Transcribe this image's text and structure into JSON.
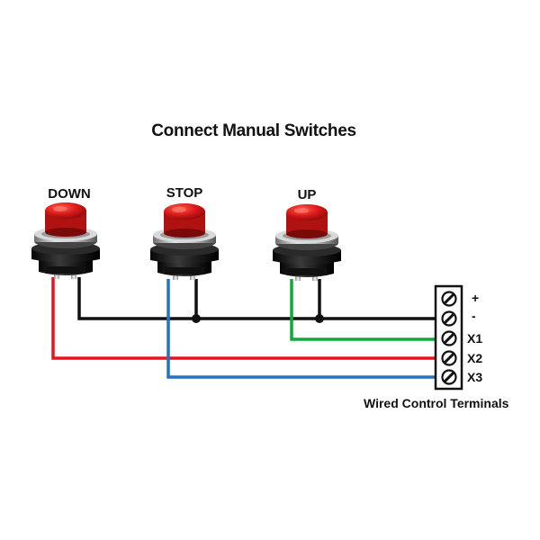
{
  "title": "Connect Manual Switches",
  "switches": [
    {
      "label": "DOWN",
      "wire_color": "#e8151b"
    },
    {
      "label": "STOP",
      "wire_color": "#1f73c9"
    },
    {
      "label": "UP",
      "wire_color": "#10a83c"
    }
  ],
  "terminal_block": {
    "caption": "Wired Control Terminals",
    "terminals": [
      "+",
      "-",
      "X1",
      "X2",
      "X3"
    ]
  },
  "colors": {
    "common_wire": "#111111",
    "button_red": "#d21a1a",
    "x1_wire": "#10a83c",
    "x2_wire": "#e8151b",
    "x3_wire": "#1f73c9"
  },
  "icons": [
    "push-button-switch",
    "screw-terminal"
  ]
}
